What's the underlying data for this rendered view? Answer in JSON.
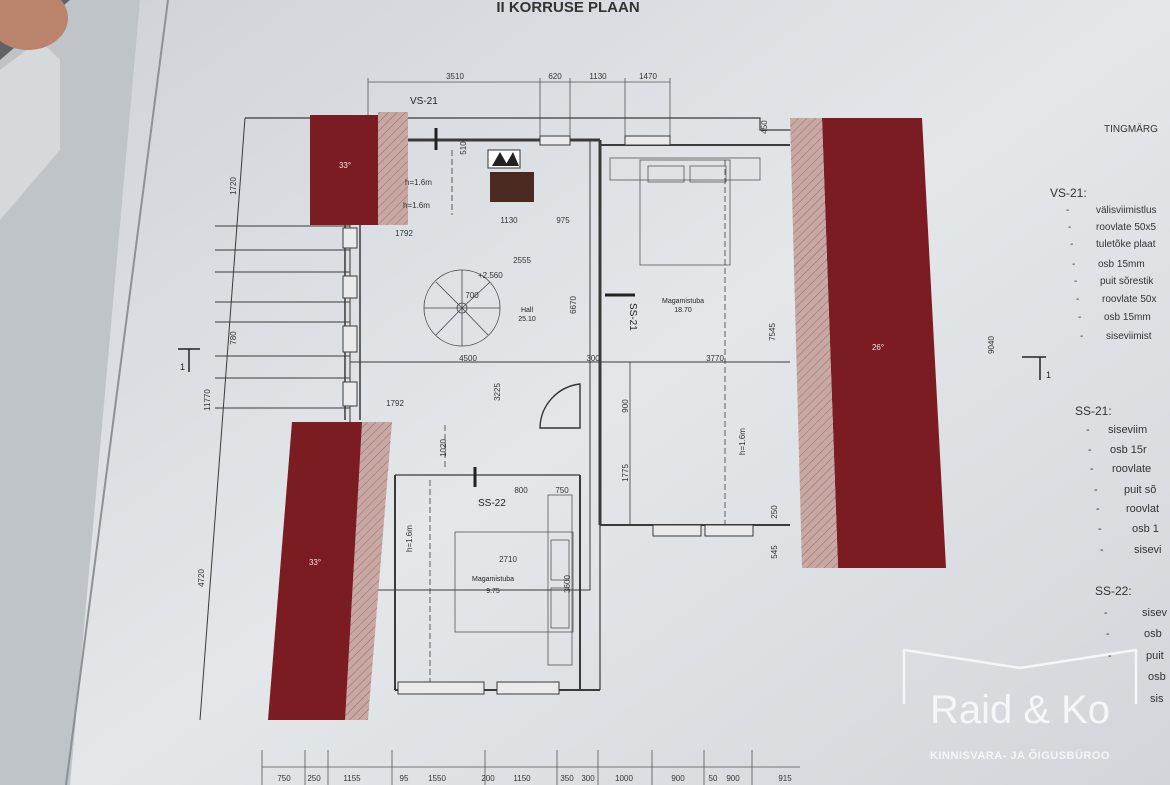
{
  "plan": {
    "title": "II KORRUSE PLAAN",
    "sheet_note": "TINGMÄRG"
  },
  "rooms": {
    "hall_name": "Hall",
    "hall_area": "25.10",
    "bed1_name": "Magamistuba",
    "bed1_area": "18.70",
    "bed2_name": "Magamistuba",
    "bed2_area": "9.75"
  },
  "labels": {
    "vs21": "VS-21",
    "ss21": "SS-21",
    "ss22": "SS-22",
    "slope1": "33°",
    "slope2": "33°",
    "slope3": "26°",
    "level": "+2.560",
    "h1": "h=1.6m",
    "h2": "h=1.6m",
    "h3": "h=1.6m",
    "h4": "h=1.6m",
    "section_left": "1",
    "section_right": "1"
  },
  "dims_top": [
    "3510",
    "620",
    "1130",
    "1470"
  ],
  "dims_bottom": [
    "750",
    "250",
    "1155",
    "95",
    "1550",
    "200",
    "1150",
    "350",
    "300",
    "1000",
    "900",
    "50",
    "900",
    "915"
  ],
  "dims_inner": {
    "d1792a": "1792",
    "d1792b": "1792",
    "d2555": "2555",
    "d4500": "4500",
    "d3770": "3770",
    "d300": "300",
    "d1130": "1130",
    "d975": "975",
    "d700": "700",
    "d2710": "2710",
    "d800": "800",
    "d750": "750",
    "d3225": "3225",
    "d6670": "6670",
    "d7545": "7545",
    "d9040": "9040",
    "d11770": "11770",
    "d4720": "4720",
    "d3600": "3600",
    "d900": "900",
    "d1775": "1775",
    "d1020": "1020",
    "d250": "250",
    "d545": "545",
    "d450": "450",
    "d510": "510",
    "d1720": "1720",
    "d780": "780"
  },
  "legend": {
    "vs21_title": "VS-21:",
    "vs21_items": [
      "välisviimistlus",
      "roovlate 50x5",
      "tuletõke plaat",
      "osb 15mm",
      "puit sõrestik",
      "roovlate 50x",
      "osb 15mm",
      "siseviimist"
    ],
    "ss21_title": "SS-21:",
    "ss21_items": [
      "siseviim",
      "osb 15r",
      "roovlate",
      "puit sõ",
      "roovlat",
      "osb 1",
      "sisevi"
    ],
    "ss22_title": "SS-22:",
    "ss22_items": [
      "sisev",
      "osb",
      "puit",
      "osb",
      "sis"
    ]
  },
  "watermark": {
    "name": "Raid & Ko",
    "subtitle": "KINNISVARA- JA ÕIGUSBÜROO"
  },
  "colors": {
    "roof_red": "#7a1c22",
    "hatch_pink": "#c9a8a4",
    "paper": "#dcdfe3",
    "line": "#3a3a3a"
  }
}
